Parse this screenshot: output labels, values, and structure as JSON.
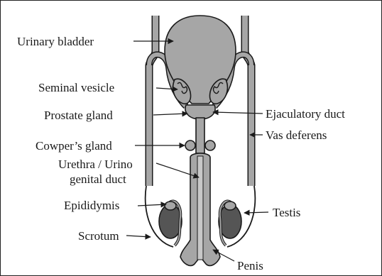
{
  "labels": {
    "urinary_bladder": "Urinary bladder",
    "seminal_vesicle": "Seminal vesicle",
    "prostate_gland": "Prostate gland",
    "cowpers_gland": "Cowper’s gland",
    "urethra_line1": "Urethra / Urino",
    "urethra_line2": "genital duct",
    "epididymis": "Epididymis",
    "scrotum": "Scrotum",
    "ejaculatory_duct": "Ejaculatory duct",
    "vas_deferens": "Vas deferens",
    "testis": "Testis",
    "penis": "Penis"
  },
  "colors": {
    "organ_fill": "#a6a6a6",
    "testis_fill": "#555555",
    "outline": "#1a1a1a",
    "background": "#ffffff"
  }
}
